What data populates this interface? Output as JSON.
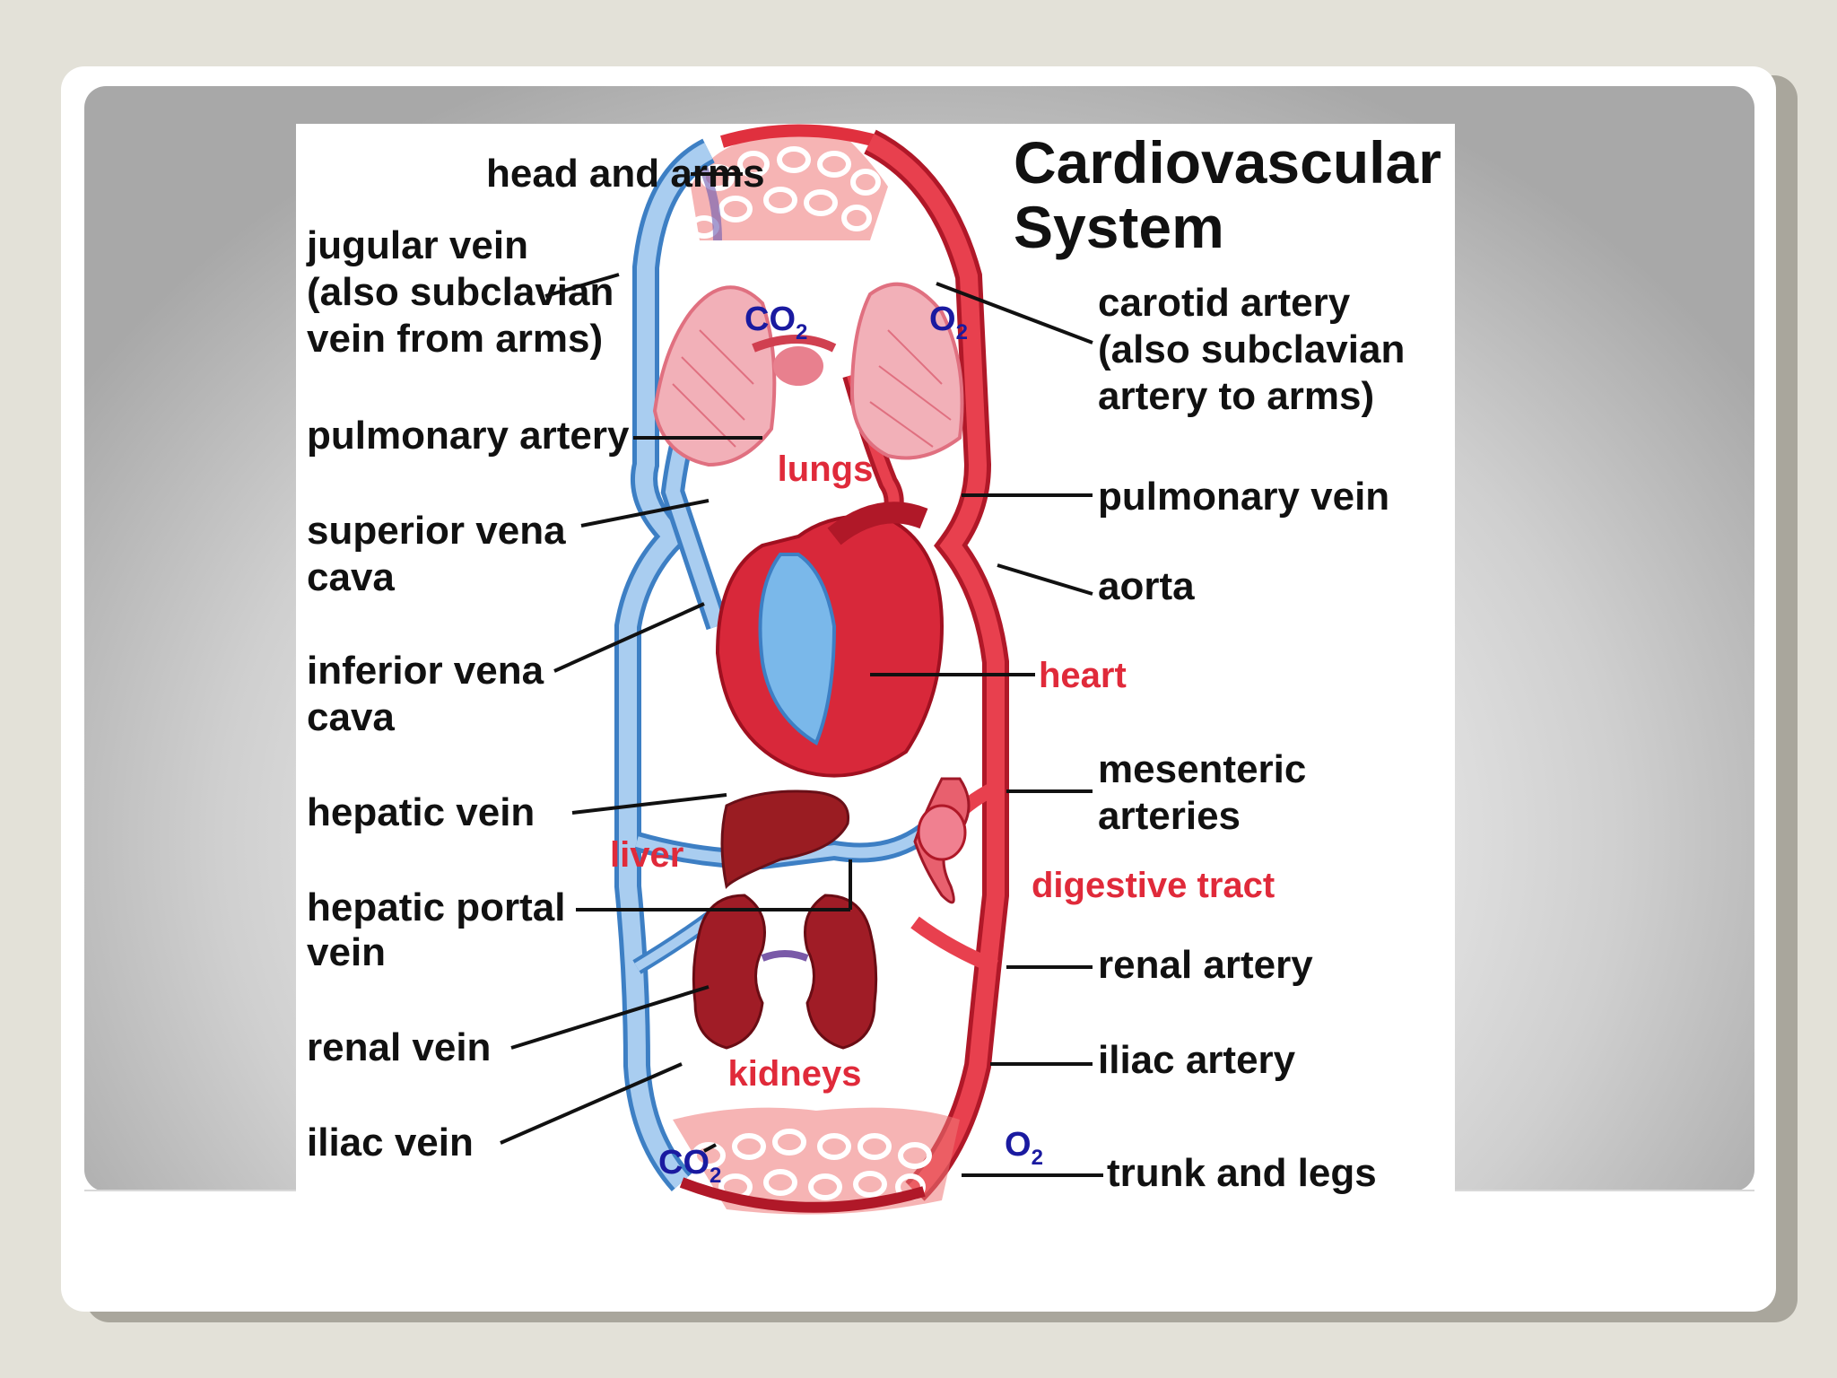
{
  "diagram": {
    "title_line1": "Cardiovascular",
    "title_line2": "System",
    "labels_left": {
      "head_and_arms": "head and arms",
      "jugular_1": "jugular vein",
      "jugular_2": "(also subclavian",
      "jugular_3": "vein from arms)",
      "pulmonary_artery": "pulmonary artery",
      "svc_1": "superior vena",
      "svc_2": "cava",
      "ivc_1": "inferior vena",
      "ivc_2": "cava",
      "hepatic_vein": "hepatic vein",
      "hepatic_portal_1": "hepatic portal",
      "hepatic_portal_2": "vein",
      "renal_vein": "renal vein",
      "iliac_vein": "iliac vein"
    },
    "labels_right": {
      "carotid_1": "carotid artery",
      "carotid_2": "(also subclavian",
      "carotid_3": "artery to arms)",
      "pulmonary_vein": "pulmonary vein",
      "aorta": "aorta",
      "mesenteric_1": "mesenteric",
      "mesenteric_2": "arteries",
      "renal_artery": "renal artery",
      "iliac_artery": "iliac artery",
      "trunk_and_legs": "trunk and legs"
    },
    "organ_labels": {
      "lungs": "lungs",
      "heart": "heart",
      "liver": "liver",
      "digestive_tract": "digestive tract",
      "kidneys": "kidneys"
    },
    "gas_labels": {
      "co2": "CO",
      "co2_sub": "2",
      "o2": "O",
      "o2_sub": "2"
    },
    "colors": {
      "vein_blue": "#7fb3e6",
      "vein_blue_dark": "#3d7fc4",
      "artery_red": "#e0303e",
      "artery_red_dark": "#b01828",
      "organ_dark_red": "#9a1c22",
      "capillary_purple": "#7a5aa8"
    }
  }
}
